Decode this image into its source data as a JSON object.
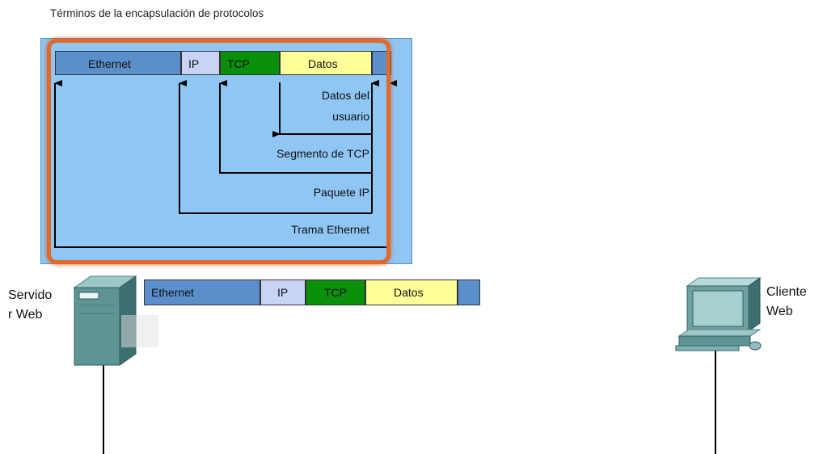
{
  "title": "Términos de la encapsulación de protocolos",
  "frame_top": {
    "ethernet": "Ethernet",
    "ip": "IP",
    "tcp": "TCP",
    "datos": "Datos"
  },
  "labels": {
    "datos_usuario_1": "Datos del",
    "datos_usuario_2": "usuario",
    "segmento_tcp": "Segmento de TCP",
    "paquete_ip": "Paquete IP",
    "trama_ethernet": "Trama Ethernet"
  },
  "frame_bottom": {
    "ethernet": "Ethernet",
    "ip": "IP",
    "tcp": "TCP",
    "datos": "Datos"
  },
  "server": {
    "label_line1": "Servido",
    "label_line2": "r Web"
  },
  "client": {
    "label_line1": "Cliente",
    "label_line2": "Web"
  },
  "colors": {
    "panel": "#8fc6f4",
    "ethernet": "#5b8fcc",
    "ip": "#c9d3f5",
    "tcp": "#0a8f0a",
    "datos": "#ffff99",
    "trailer": "#5b8fcc",
    "highlight": "#e06a2c"
  }
}
